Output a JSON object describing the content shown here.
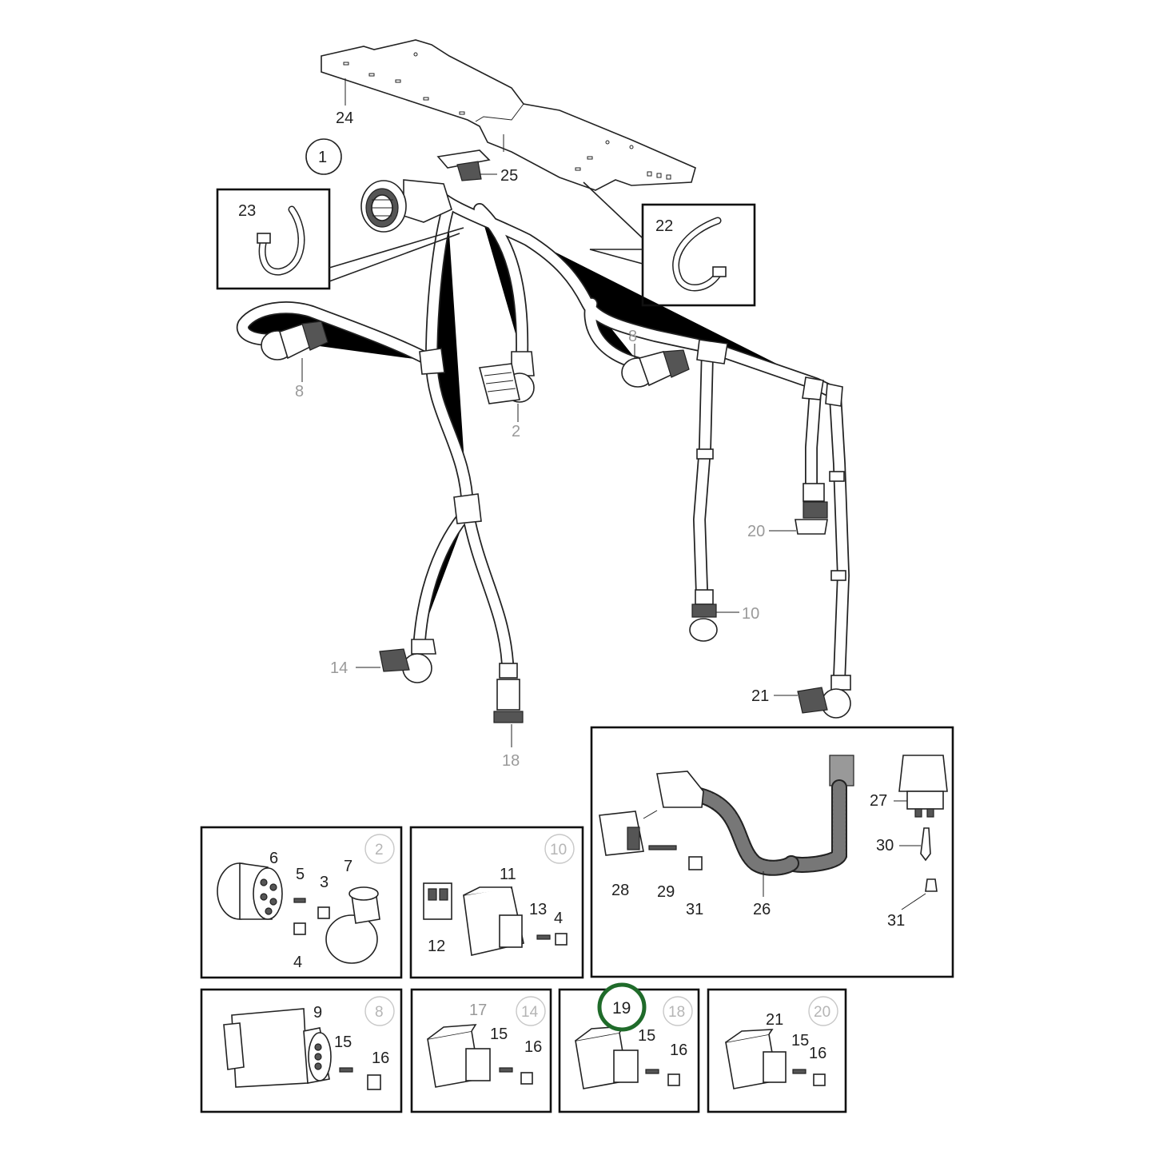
{
  "callouts": {
    "c1": "1",
    "c2": "2",
    "c8": "8",
    "c8b": "8",
    "c10": "10",
    "c14": "14",
    "c18": "18",
    "c20": "20",
    "c21": "21",
    "c22": "22",
    "c23": "23",
    "c24": "24",
    "c25": "25"
  },
  "inset_2": {
    "marker": "2",
    "parts": [
      "6",
      "5",
      "3",
      "7",
      "4"
    ]
  },
  "inset_10": {
    "marker": "10",
    "parts": [
      "11",
      "13",
      "4",
      "12"
    ]
  },
  "inset_kit": {
    "parts": [
      "27",
      "30",
      "28",
      "29",
      "31",
      "26",
      "31"
    ]
  },
  "inset_8": {
    "marker": "8",
    "parts": [
      "9",
      "15",
      "16"
    ]
  },
  "inset_14": {
    "marker": "14",
    "parts": [
      "17",
      "15",
      "16"
    ]
  },
  "inset_18": {
    "marker": "18",
    "highlight": "19",
    "parts": [
      "15",
      "16"
    ]
  },
  "inset_20": {
    "marker": "20",
    "parts": [
      "21",
      "15",
      "16"
    ]
  },
  "colors": {
    "highlight_ring": "#1f6b2a",
    "line": "#222222",
    "gray_label": "#9a9a9a"
  }
}
